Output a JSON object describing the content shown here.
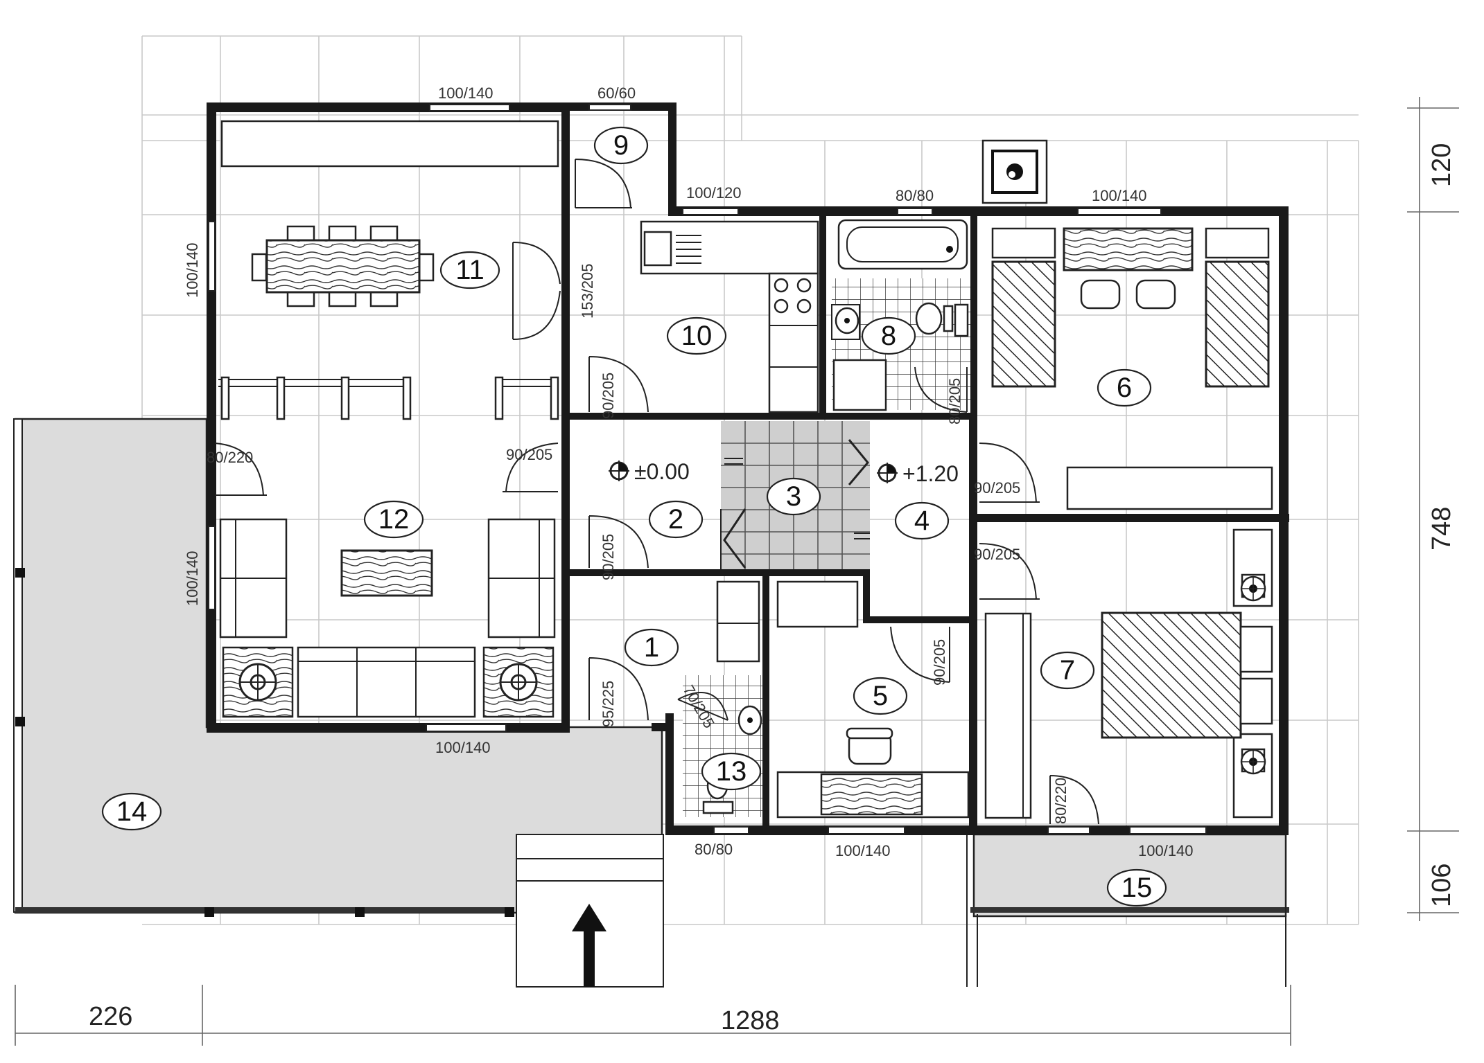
{
  "rooms": [
    {
      "id": "room-1",
      "label": "1"
    },
    {
      "id": "room-2",
      "label": "2"
    },
    {
      "id": "room-3",
      "label": "3"
    },
    {
      "id": "room-4",
      "label": "4"
    },
    {
      "id": "room-5",
      "label": "5"
    },
    {
      "id": "room-6",
      "label": "6"
    },
    {
      "id": "room-7",
      "label": "7"
    },
    {
      "id": "room-8",
      "label": "8"
    },
    {
      "id": "room-9",
      "label": "9"
    },
    {
      "id": "room-10",
      "label": "10"
    },
    {
      "id": "room-11",
      "label": "11"
    },
    {
      "id": "room-12",
      "label": "12"
    },
    {
      "id": "room-13",
      "label": "13"
    },
    {
      "id": "room-14",
      "label": "14"
    },
    {
      "id": "room-15",
      "label": "15"
    }
  ],
  "levels": {
    "ground": "±0.00",
    "upper": "+1.20"
  },
  "openings": {
    "w_top_11": "100/140",
    "w_top_9": "60/60",
    "w_top_10": "100/120",
    "w_top_8": "80/80",
    "w_top_6": "100/140",
    "w_left_11": "100/140",
    "w_left_12": "100/140",
    "w_bottom_12": "100/140",
    "w_bottom_13": "80/80",
    "w_bottom_5": "100/140",
    "w_bottom_7": "100/140",
    "d_12_terrace": "80/220",
    "d_12_2": "90/205",
    "d_11_10": "153/205",
    "d_10_2": "90/205",
    "d_2_1": "90/205",
    "d_1_entry": "95/225",
    "d_13": "70/205",
    "d_8": "80/205",
    "d_6": "90/205",
    "d_7": "90/205",
    "d_5": "90/205",
    "d_7_15": "80/220"
  },
  "dimensions": {
    "left_width": "226",
    "main_width": "1288",
    "top_height": "120",
    "mid_height": "748",
    "bottom_height": "106"
  },
  "colors": {
    "wall": "#1a1a1a",
    "grid": "#c9c9c9",
    "terrace": "#dcdcdc"
  }
}
